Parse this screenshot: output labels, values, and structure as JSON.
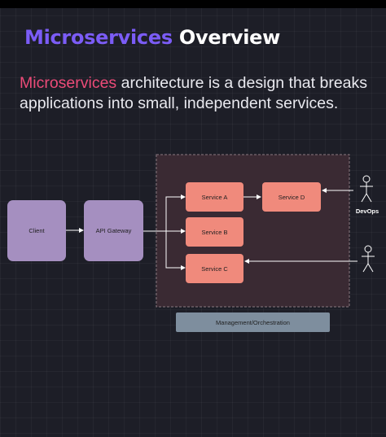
{
  "title": {
    "accent": "Microservices",
    "rest": "Overview"
  },
  "intro": {
    "accent": "Microservices",
    "rest": "architecture is a design that breaks applications into small, independent services."
  },
  "diagram": {
    "client": "Client",
    "gateway": "API Gateway",
    "service_a": "Service A",
    "service_b": "Service B",
    "service_c": "Service C",
    "service_d": "Service D",
    "actor_label": "DevOps",
    "management": "Management/Orchestration",
    "colors": {
      "client_box": "#a58fc0",
      "service_box": "#f08a7c",
      "cluster_bg": "#3a2a33",
      "management_bar": "#7e8e9e"
    }
  }
}
